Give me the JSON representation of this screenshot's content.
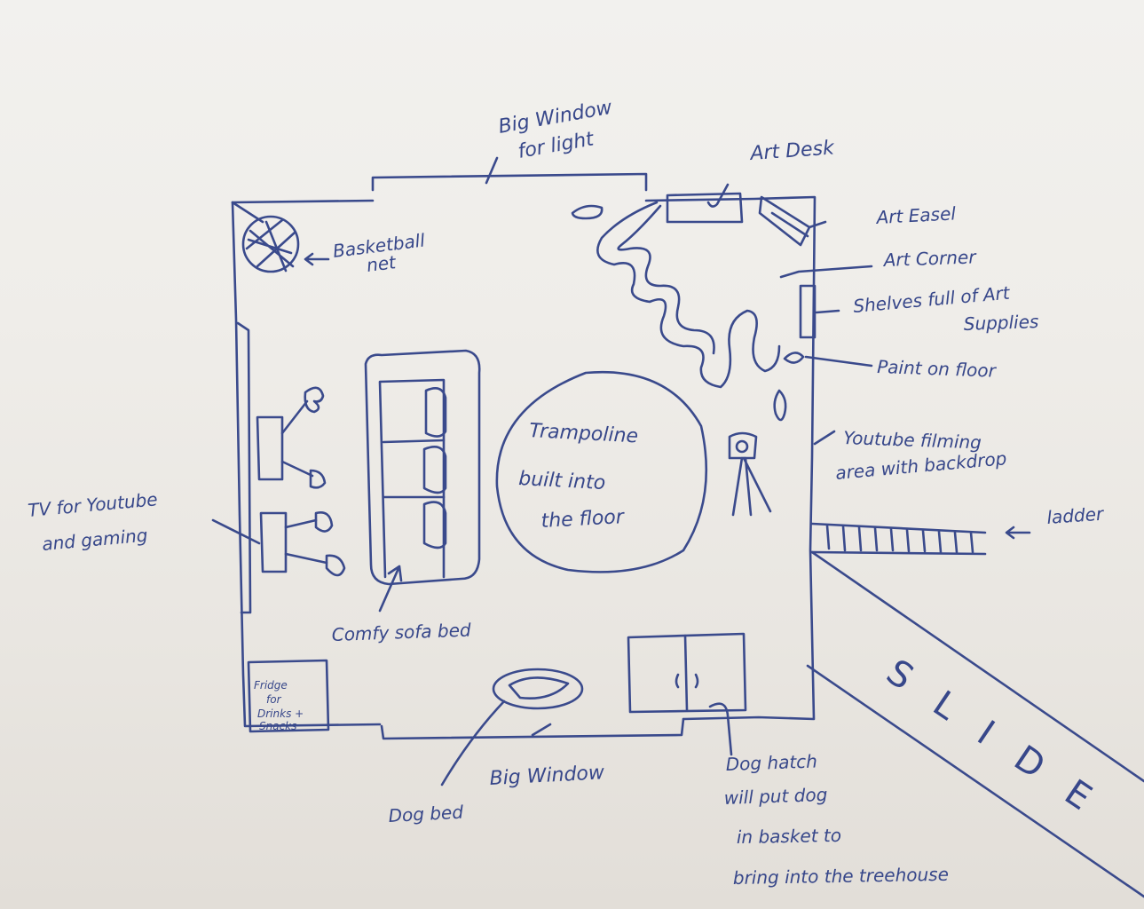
{
  "labels": {
    "big_window_top_1": "Big Window",
    "big_window_top_2": "for light",
    "art_desk": "Art Desk",
    "art_easel": "Art Easel",
    "art_corner": "Art Corner",
    "shelves_1": "Shelves full of Art",
    "shelves_2": "Supplies",
    "paint_on_floor": "Paint on floor",
    "youtube_filming_1": "Youtube filming",
    "youtube_filming_2": "area with backdrop",
    "ladder": "ladder",
    "slide": "SLIDE",
    "basketball_net_1": "Basketball",
    "basketball_net_2": "net",
    "trampoline_1": "Trampoline",
    "trampoline_2": "built into",
    "trampoline_3": "the floor",
    "tv_1": "TV for Youtube",
    "tv_2": "and gaming",
    "sofa_bed": "Comfy sofa bed",
    "fridge_1": "Fridge",
    "fridge_2": "for",
    "fridge_3": "Drinks +",
    "fridge_4": "Snacks",
    "dog_bed": "Dog bed",
    "big_window_bottom": "Big Window",
    "dog_hatch_1": "Dog hatch",
    "dog_hatch_2": "will put dog",
    "dog_hatch_3": "in basket to",
    "dog_hatch_4": "bring into the treehouse"
  },
  "colors": {
    "ink": "#3a4a8c",
    "paper": "#efede9"
  }
}
